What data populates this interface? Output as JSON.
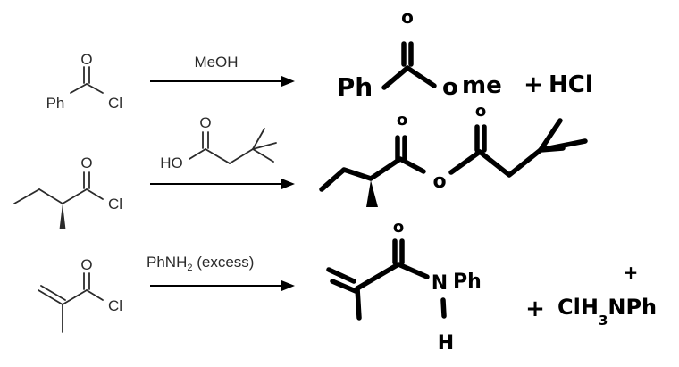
{
  "reactions": [
    {
      "reactant": {
        "atoms": {
          "carbonyl_o": "O",
          "r_group": "Ph",
          "leaving": "Cl"
        }
      },
      "reagent": {
        "text": "MeOH"
      },
      "product": {
        "o_top": "o",
        "r_group": "Ph",
        "ester_o": "o",
        "methyl": "me",
        "plus": "+",
        "byproduct": "HCl"
      }
    },
    {
      "reactant": {
        "carbonyl_o": "O",
        "leaving": "Cl"
      },
      "reagent": {
        "acid_ho": "HO",
        "acid_o": "O"
      },
      "product": {
        "o_top_left": "o",
        "o_top_right": "o",
        "o_bridge": "o"
      }
    },
    {
      "reactant": {
        "carbonyl_o": "O",
        "leaving": "Cl"
      },
      "reagent": {
        "text_main": "PhNH",
        "text_sub": "2",
        "text_tail": " (excess)"
      },
      "product": {
        "o_top": "o",
        "n": "N",
        "ph": "Ph",
        "h": "H",
        "plus": "+",
        "salt_cl": "Cl",
        "salt_h": "H",
        "salt_sub": "3",
        "salt_nph": "NPh",
        "salt_charge": "+"
      }
    }
  ]
}
